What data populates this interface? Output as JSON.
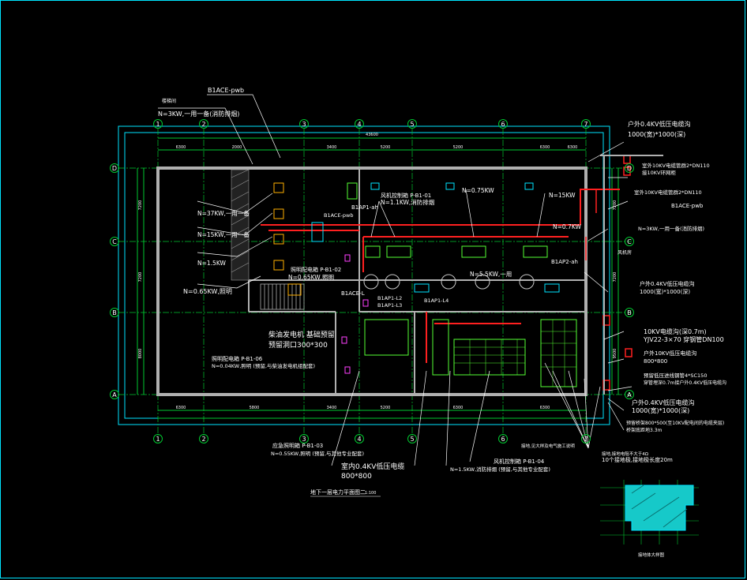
{
  "canvas": {
    "background": "#000000",
    "frame_color": "#00e5ff"
  },
  "colors": {
    "grid": "#00c830",
    "wall": "#b0b0b0",
    "power": "#ff2020",
    "leader": "#ffffff",
    "cyan": "#00e5ff",
    "fixture": "#ffb000",
    "magenta": "#ff40ff"
  },
  "axes": {
    "columns": [
      "1",
      "2",
      "3",
      "4",
      "5",
      "6",
      "7"
    ],
    "rows": [
      "D",
      "C",
      "B",
      "A"
    ],
    "top_dims": [
      "6300",
      "2000",
      "3400",
      "5200",
      "5200",
      "6300",
      "6300"
    ],
    "bottom_dims": [
      "6300",
      "5800",
      "3400",
      "5200",
      "6300",
      "6300"
    ],
    "total_dim": "43600",
    "left_dims": [
      "7200",
      "7200",
      "8000"
    ],
    "right_dims": [
      "7200",
      "7200",
      "9500"
    ]
  },
  "labels": {
    "b1ace_pwb_top": "B1ACE-pwb",
    "stair_note": "楼梯间",
    "n3kw_top": "N=3KW,一用一备(消防排烟)",
    "n37kw": "N=37KW,一用一备",
    "n15kw": "N=15KW,一用一备",
    "n1_5kw": "N=1.5KW",
    "n0_65kw": "N=0.65KW,照明",
    "p_b1_01": "风机控制箱 P-B1-01",
    "n1_1kw": "N=1.1KW,消防排烟",
    "n0_75kw": "N=0.75KW",
    "n15kw_r": "N=15KW",
    "n5_5kw": "N=5.5KW,一用",
    "n0_7kw": "N=0.7KW",
    "b1ap1": "B1AP1-ah",
    "b1ap2": "B1AP2-ah",
    "b1ace_mid": "B1ACE-pwb",
    "p_b1_02": "照明配电箱 P-B1-02",
    "n0_65kw_mid": "N=0.65KW,照明",
    "b1ace_l": "B1ACE-L",
    "b1ap_l2": "B1AP1-L2",
    "b1ap_l3": "B1AP1-L3",
    "b1ap_l4": "B1AP1-L4",
    "duct_title": "柴油发电机 基础预留",
    "duct_size": "预留洞口300*300",
    "p_b1_06": "照明配电箱 P-B1-06",
    "n0_04kw": "N=0.04KW,照明 (预留,与柴油发电机组配套)",
    "p_b1_03": "应急照明箱 P-B1-03",
    "n0_55kw": "N=0.55KW,照明 (预留,与其他专业配套)",
    "lv_cable": "室内0.4KV低压电缆",
    "lv_size": "800*800",
    "p_b1_04": "风机控制箱 P-B1-04",
    "n1_5kw_b": "N=1.5KW,消防排烟 (预留,与其他专业配套)",
    "grounding_note": "接地,见大样及电气施工说明",
    "r_04kv_top": "户外0.4KV低压电缆沟",
    "r_1000": "1000(宽)*1000(深)",
    "r_10kv_1": "室外10KV电缆管群2*DN110",
    "r_10kv_2": "接10KV环网柜",
    "r_10kv_3": "室外10KV电缆管群2*DN110",
    "b1ace_right": "B1ACE-pwb",
    "r_n3kw": "N=3KW,一用一备(消防排烟)",
    "r_duct": "风机房",
    "r_04kv_2": "户外0.4KV低压电缆沟",
    "r_1000_2": "1000(宽)*1000(深)",
    "r_10kv_cable": "10KV电缆沟(深0.7m)",
    "r_yjv": "YJV22-3×70 穿钢管DN100",
    "r_10kv_lv": "户外10KV低压电缆沟",
    "r_800": "800*800",
    "r_sc150": "预留低压进线钢管4*SC150",
    "r_pipe": "穿管埋深0.7m接户外0.4KV低压电缆沟",
    "r_04kv_3": "户外0.4KV低压电缆沟",
    "r_1000_3": "1000(宽)*1000(深)",
    "r_bridge": "预留桥架800*500(至10KV配电间的电缆夹层)",
    "r_bridge2": "桥架底距地3.3m",
    "r_ground": "10个接地极,接地极长度20m",
    "r_ground2": "接地,接地电阻不大于4Ω",
    "drawing_title": "地下一层电力平面图二",
    "drawing_scale": "1:100",
    "detail_title": "接地体大样图"
  }
}
